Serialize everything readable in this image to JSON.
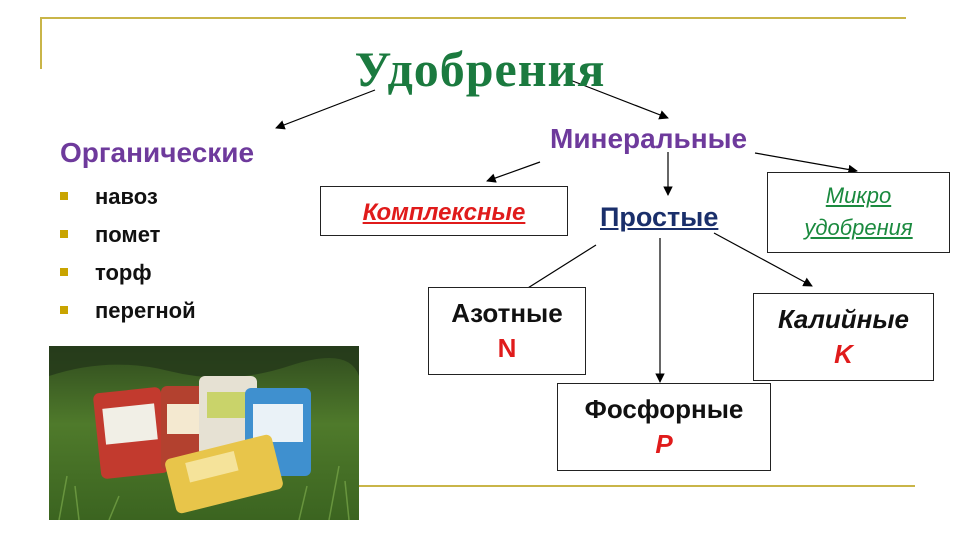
{
  "title": "Удобрения",
  "organic": {
    "heading": "Органические",
    "items": [
      "навоз",
      "помет",
      "торф",
      "перегной"
    ]
  },
  "mineral": {
    "heading": "Минеральные",
    "complex": "Комплексные",
    "simple": "Простые",
    "micro": {
      "line1": "Микро",
      "line2": "удобрения"
    }
  },
  "simple_types": {
    "nitrogen": {
      "name": "Азотные",
      "symbol": "N"
    },
    "phosphorus": {
      "name": "Фосфорные",
      "symbol": "P"
    },
    "potassium": {
      "name": "Калийные",
      "symbol": "K"
    }
  },
  "colors": {
    "title": "#1b7a3f",
    "heading": "#6e3a9c",
    "accent_red": "#e01b1b",
    "micro_green": "#1b8a3f",
    "simple_blue": "#1a2f6b",
    "frame": "#c9b548"
  }
}
